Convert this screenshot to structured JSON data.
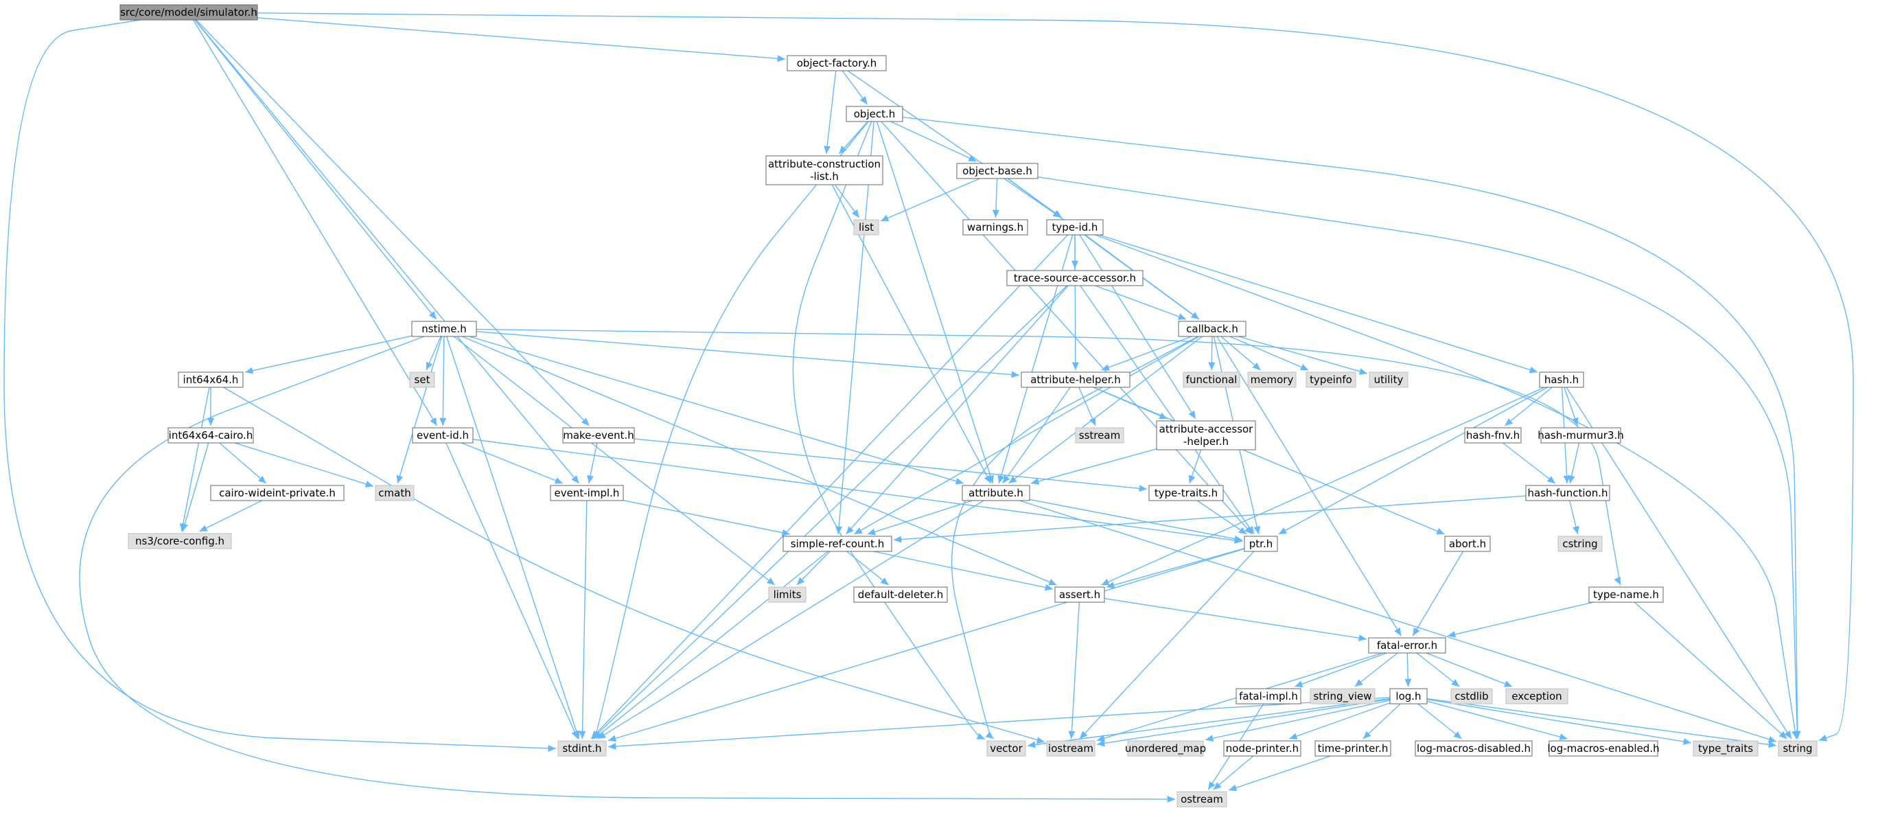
{
  "colors": {
    "edge": "#63b8ff",
    "root_fill": "#999999",
    "node_fill": "#ffffff",
    "external_fill": "#e0e0e0",
    "node_border": "#666666",
    "text": "#000000"
  },
  "nodes": [
    {
      "id": "simulator",
      "label": "src/core/model/simulator.h",
      "kind": "root"
    },
    {
      "id": "object_factory",
      "label": "object-factory.h",
      "kind": "file"
    },
    {
      "id": "object",
      "label": "object.h",
      "kind": "file"
    },
    {
      "id": "attr_constr",
      "label": "attribute-construction\n-list.h",
      "kind": "file"
    },
    {
      "id": "object_base",
      "label": "object-base.h",
      "kind": "file"
    },
    {
      "id": "list",
      "label": "list",
      "kind": "external"
    },
    {
      "id": "warnings",
      "label": "warnings.h",
      "kind": "file"
    },
    {
      "id": "type_id",
      "label": "type-id.h",
      "kind": "file"
    },
    {
      "id": "trace_src",
      "label": "trace-source-accessor.h",
      "kind": "file"
    },
    {
      "id": "callback",
      "label": "callback.h",
      "kind": "file"
    },
    {
      "id": "nstime",
      "label": "nstime.h",
      "kind": "file"
    },
    {
      "id": "set",
      "label": "set",
      "kind": "external"
    },
    {
      "id": "int64x64",
      "label": "int64x64.h",
      "kind": "file"
    },
    {
      "id": "int64cairo",
      "label": "int64x64-cairo.h",
      "kind": "file"
    },
    {
      "id": "cairo_wide",
      "label": "cairo-wideint-private.h",
      "kind": "file"
    },
    {
      "id": "core_config",
      "label": "ns3/core-config.h",
      "kind": "external"
    },
    {
      "id": "cmath",
      "label": "cmath",
      "kind": "external"
    },
    {
      "id": "event_id",
      "label": "event-id.h",
      "kind": "file"
    },
    {
      "id": "make_event",
      "label": "make-event.h",
      "kind": "file"
    },
    {
      "id": "event_impl",
      "label": "event-impl.h",
      "kind": "file"
    },
    {
      "id": "attr_helper",
      "label": "attribute-helper.h",
      "kind": "file"
    },
    {
      "id": "sstream",
      "label": "sstream",
      "kind": "external"
    },
    {
      "id": "attr_acc",
      "label": "attribute-accessor\n-helper.h",
      "kind": "file"
    },
    {
      "id": "functional",
      "label": "functional",
      "kind": "external"
    },
    {
      "id": "memory",
      "label": "memory",
      "kind": "external"
    },
    {
      "id": "typeinfo",
      "label": "typeinfo",
      "kind": "external"
    },
    {
      "id": "utility",
      "label": "utility",
      "kind": "external"
    },
    {
      "id": "hash",
      "label": "hash.h",
      "kind": "file"
    },
    {
      "id": "hash_fnv",
      "label": "hash-fnv.h",
      "kind": "file"
    },
    {
      "id": "hash_mm3",
      "label": "hash-murmur3.h",
      "kind": "file"
    },
    {
      "id": "hash_fn",
      "label": "hash-function.h",
      "kind": "file"
    },
    {
      "id": "cstring",
      "label": "cstring",
      "kind": "external"
    },
    {
      "id": "attribute",
      "label": "attribute.h",
      "kind": "file"
    },
    {
      "id": "type_traits_h",
      "label": "type-traits.h",
      "kind": "file"
    },
    {
      "id": "simple_ref",
      "label": "simple-ref-count.h",
      "kind": "file"
    },
    {
      "id": "ptr",
      "label": "ptr.h",
      "kind": "file"
    },
    {
      "id": "abort",
      "label": "abort.h",
      "kind": "file"
    },
    {
      "id": "limits",
      "label": "limits",
      "kind": "external"
    },
    {
      "id": "default_del",
      "label": "default-deleter.h",
      "kind": "file"
    },
    {
      "id": "assert",
      "label": "assert.h",
      "kind": "file"
    },
    {
      "id": "type_name",
      "label": "type-name.h",
      "kind": "file"
    },
    {
      "id": "fatal_error",
      "label": "fatal-error.h",
      "kind": "file"
    },
    {
      "id": "fatal_impl",
      "label": "fatal-impl.h",
      "kind": "file"
    },
    {
      "id": "string_view",
      "label": "string_view",
      "kind": "external"
    },
    {
      "id": "log",
      "label": "log.h",
      "kind": "file"
    },
    {
      "id": "cstdlib",
      "label": "cstdlib",
      "kind": "external"
    },
    {
      "id": "exception",
      "label": "exception",
      "kind": "external"
    },
    {
      "id": "stdint",
      "label": "stdint.h",
      "kind": "external"
    },
    {
      "id": "vector",
      "label": "vector",
      "kind": "external"
    },
    {
      "id": "iostream",
      "label": "iostream",
      "kind": "external"
    },
    {
      "id": "unordered_map",
      "label": "unordered_map",
      "kind": "external"
    },
    {
      "id": "node_printer",
      "label": "node-printer.h",
      "kind": "file"
    },
    {
      "id": "time_printer",
      "label": "time-printer.h",
      "kind": "file"
    },
    {
      "id": "log_dis",
      "label": "log-macros-disabled.h",
      "kind": "file"
    },
    {
      "id": "log_en",
      "label": "log-macros-enabled.h",
      "kind": "file"
    },
    {
      "id": "type_traits",
      "label": "type_traits",
      "kind": "external"
    },
    {
      "id": "string",
      "label": "string",
      "kind": "external"
    },
    {
      "id": "ostream",
      "label": "ostream",
      "kind": "external"
    }
  ],
  "edges": [
    [
      "simulator",
      "object_factory"
    ],
    [
      "simulator",
      "nstime"
    ],
    [
      "simulator",
      "event_id"
    ],
    [
      "simulator",
      "make_event"
    ],
    [
      "simulator",
      "event_impl"
    ],
    [
      "simulator",
      "stdint"
    ],
    [
      "simulator",
      "string"
    ],
    [
      "object_factory",
      "object"
    ],
    [
      "object_factory",
      "attr_constr"
    ],
    [
      "object_factory",
      "type_id"
    ],
    [
      "object",
      "attr_constr"
    ],
    [
      "object",
      "object_base"
    ],
    [
      "object",
      "attribute"
    ],
    [
      "object",
      "simple_ref"
    ],
    [
      "object",
      "ptr"
    ],
    [
      "object",
      "stdint"
    ],
    [
      "object",
      "vector"
    ],
    [
      "object",
      "string"
    ],
    [
      "attr_constr",
      "list"
    ],
    [
      "attr_constr",
      "attribute"
    ],
    [
      "object_base",
      "list"
    ],
    [
      "object_base",
      "warnings"
    ],
    [
      "object_base",
      "type_id"
    ],
    [
      "object_base",
      "callback"
    ],
    [
      "object_base",
      "string"
    ],
    [
      "type_id",
      "trace_src"
    ],
    [
      "type_id",
      "callback"
    ],
    [
      "type_id",
      "attr_helper"
    ],
    [
      "type_id",
      "attr_acc"
    ],
    [
      "type_id",
      "attribute"
    ],
    [
      "type_id",
      "hash"
    ],
    [
      "type_id",
      "stdint"
    ],
    [
      "type_id",
      "string"
    ],
    [
      "trace_src",
      "callback"
    ],
    [
      "trace_src",
      "ptr"
    ],
    [
      "trace_src",
      "simple_ref"
    ],
    [
      "trace_src",
      "stdint"
    ],
    [
      "callback",
      "attr_helper"
    ],
    [
      "callback",
      "functional"
    ],
    [
      "callback",
      "memory"
    ],
    [
      "callback",
      "typeinfo"
    ],
    [
      "callback",
      "utility"
    ],
    [
      "callback",
      "attribute"
    ],
    [
      "callback",
      "simple_ref"
    ],
    [
      "callback",
      "ptr"
    ],
    [
      "callback",
      "fatal_error"
    ],
    [
      "callback",
      "vector"
    ],
    [
      "nstime",
      "set"
    ],
    [
      "nstime",
      "int64x64"
    ],
    [
      "nstime",
      "cmath"
    ],
    [
      "nstime",
      "event_id"
    ],
    [
      "nstime",
      "attr_helper"
    ],
    [
      "nstime",
      "attribute"
    ],
    [
      "nstime",
      "limits"
    ],
    [
      "nstime",
      "assert"
    ],
    [
      "nstime",
      "type_name"
    ],
    [
      "nstime",
      "stdint"
    ],
    [
      "nstime",
      "ostream"
    ],
    [
      "int64x64",
      "int64cairo"
    ],
    [
      "int64x64",
      "core_config"
    ],
    [
      "int64x64",
      "iostream"
    ],
    [
      "int64cairo",
      "cairo_wide"
    ],
    [
      "int64cairo",
      "core_config"
    ],
    [
      "int64cairo",
      "cmath"
    ],
    [
      "cairo_wide",
      "core_config"
    ],
    [
      "event_id",
      "event_impl"
    ],
    [
      "event_id",
      "ptr"
    ],
    [
      "event_id",
      "stdint"
    ],
    [
      "make_event",
      "event_impl"
    ],
    [
      "make_event",
      "type_traits_h"
    ],
    [
      "event_impl",
      "simple_ref"
    ],
    [
      "event_impl",
      "stdint"
    ],
    [
      "attr_helper",
      "sstream"
    ],
    [
      "attr_helper",
      "attr_acc"
    ],
    [
      "attr_helper",
      "abort"
    ],
    [
      "attr_helper",
      "attribute"
    ],
    [
      "attr_acc",
      "attribute"
    ],
    [
      "attr_acc",
      "type_traits_h"
    ],
    [
      "hash",
      "hash_fnv"
    ],
    [
      "hash",
      "hash_mm3"
    ],
    [
      "hash",
      "hash_fn"
    ],
    [
      "hash",
      "ptr"
    ],
    [
      "hash",
      "assert"
    ],
    [
      "hash",
      "string"
    ],
    [
      "hash_fnv",
      "hash_fn"
    ],
    [
      "hash_mm3",
      "hash_fn"
    ],
    [
      "hash_fn",
      "cstring"
    ],
    [
      "hash_fn",
      "simple_ref"
    ],
    [
      "attribute",
      "simple_ref"
    ],
    [
      "attribute",
      "ptr"
    ],
    [
      "attribute",
      "stdint"
    ],
    [
      "attribute",
      "string"
    ],
    [
      "type_traits_h",
      "ptr"
    ],
    [
      "simple_ref",
      "limits"
    ],
    [
      "simple_ref",
      "default_del"
    ],
    [
      "simple_ref",
      "assert"
    ],
    [
      "simple_ref",
      "stdint"
    ],
    [
      "ptr",
      "assert"
    ],
    [
      "ptr",
      "iostream"
    ],
    [
      "ptr",
      "stdint"
    ],
    [
      "abort",
      "fatal_error"
    ],
    [
      "assert",
      "fatal_error"
    ],
    [
      "assert",
      "iostream"
    ],
    [
      "type_name",
      "fatal_error"
    ],
    [
      "type_name",
      "string"
    ],
    [
      "fatal_error",
      "fatal_impl"
    ],
    [
      "fatal_error",
      "string_view"
    ],
    [
      "fatal_error",
      "log"
    ],
    [
      "fatal_error",
      "cstdlib"
    ],
    [
      "fatal_error",
      "exception"
    ],
    [
      "fatal_error",
      "iostream"
    ],
    [
      "fatal_impl",
      "ostream"
    ],
    [
      "log",
      "stdint"
    ],
    [
      "log",
      "vector"
    ],
    [
      "log",
      "iostream"
    ],
    [
      "log",
      "unordered_map"
    ],
    [
      "log",
      "node_printer"
    ],
    [
      "log",
      "time_printer"
    ],
    [
      "log",
      "log_dis"
    ],
    [
      "log",
      "log_en"
    ],
    [
      "log",
      "type_traits"
    ],
    [
      "log",
      "string"
    ],
    [
      "node_printer",
      "ostream"
    ],
    [
      "time_printer",
      "ostream"
    ]
  ]
}
